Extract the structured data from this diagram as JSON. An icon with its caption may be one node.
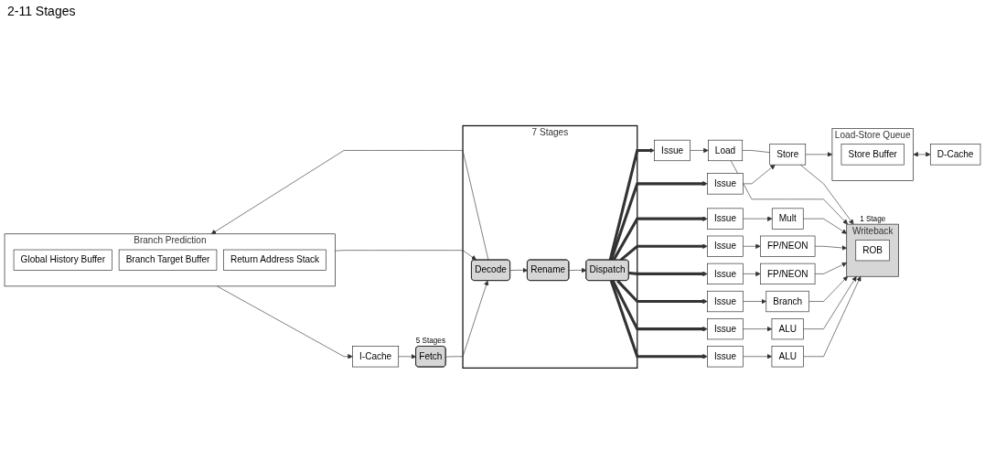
{
  "diagram": {
    "nodes": [
      {
        "text": [
          "Fetch"
        ],
        "beside": [
          "5 Stages"
        ]
      },
      {
        "text": [
          "I-Cache"
        ]
      },
      {
        "text": [
          "Branch Prediction"
        ]
      },
      {
        "text": [
          "Global History Buffer"
        ],
        "in": 2
      },
      {
        "text": [
          "Branch Target Buffer"
        ],
        "in": 2
      },
      {
        "text": [
          "Return Address Stack"
        ],
        "in": 2
      },
      {
        "text": [
          "7 Stages"
        ]
      },
      {
        "text": [
          "Decode"
        ],
        "in": 6
      },
      {
        "text": [
          "Rename"
        ],
        "in": 6
      },
      {
        "text": [
          "Dispatch"
        ],
        "in": 6
      },
      {
        "text": [
          "Issue"
        ]
      },
      {
        "text": [
          "Issue"
        ]
      },
      {
        "text": [
          "Issue"
        ]
      },
      {
        "text": [
          "Issue"
        ]
      },
      {
        "text": [
          "Issue"
        ]
      },
      {
        "text": [
          "Issue"
        ]
      },
      {
        "text": [
          "Issue"
        ]
      },
      {
        "text": [
          "Issue"
        ]
      },
      {
        "text": [
          "ALU"
        ]
      },
      {
        "text": [
          "ALU"
        ]
      },
      {
        "text": [
          "Branch"
        ]
      },
      {
        "text": [
          "FP/NEON"
        ]
      },
      {
        "text": [
          "FP/NEON"
        ]
      },
      {
        "text": [
          "Mult"
        ]
      },
      {
        "text": [
          "Load"
        ]
      },
      {
        "text": [
          "Store"
        ]
      },
      {
        "text": [
          "Writeback"
        ],
        "beside": [
          "1 Stage"
        ]
      },
      {
        "text": [
          "ROB"
        ],
        "in": 26
      },
      {
        "text": [
          "Load-Store Queue"
        ]
      },
      {
        "text": [
          "Store Buffer"
        ],
        "in": 28
      },
      {
        "text": [
          "D-Cache"
        ]
      }
    ],
    "edges": [
      {
        "from": 0,
        "to": 7,
        "arrow": "to"
      },
      {
        "from": 1,
        "to": 0,
        "arrow": "to"
      },
      {
        "from": 2,
        "to": 1,
        "arrow": "to"
      },
      {
        "from": 2,
        "to": 7,
        "arrow": "to"
      },
      {
        "from": 7,
        "to": 2,
        "arrow": "to"
      },
      {
        "from": 7,
        "to": 8,
        "arrow": "to"
      },
      {
        "from": 8,
        "to": 9,
        "arrow": "to"
      },
      {
        "from": 9,
        "to": 10,
        "arrow": "to",
        "style": "thick"
      },
      {
        "from": 9,
        "to": 11,
        "arrow": "to",
        "style": "thick"
      },
      {
        "from": 9,
        "to": 12,
        "arrow": "to",
        "style": "thick"
      },
      {
        "from": 9,
        "to": 13,
        "arrow": "to",
        "style": "thick"
      },
      {
        "from": 9,
        "to": 14,
        "arrow": "to",
        "style": "thick"
      },
      {
        "from": 9,
        "to": 15,
        "arrow": "to",
        "style": "thick"
      },
      {
        "from": 9,
        "to": 16,
        "arrow": "to",
        "style": "thick"
      },
      {
        "from": 9,
        "to": 17,
        "arrow": "to",
        "style": "thick"
      },
      {
        "from": 10,
        "to": 18,
        "arrow": "to"
      },
      {
        "from": 11,
        "to": 19,
        "arrow": "to"
      },
      {
        "from": 12,
        "to": 20,
        "arrow": "to"
      },
      {
        "from": 13,
        "to": 21,
        "arrow": "to"
      },
      {
        "from": 14,
        "to": 22,
        "arrow": "to"
      },
      {
        "from": 15,
        "to": 23,
        "arrow": "to"
      },
      {
        "from": 16,
        "to": 24,
        "arrow": "to"
      },
      {
        "from": 17,
        "to": 25,
        "arrow": "to"
      },
      {
        "from": 18,
        "to": 26,
        "arrow": "to"
      },
      {
        "from": 19,
        "to": 26,
        "arrow": "to"
      },
      {
        "from": 20,
        "to": 26,
        "arrow": "to"
      },
      {
        "from": 21,
        "to": 26,
        "arrow": "to"
      },
      {
        "from": 22,
        "to": 26,
        "arrow": "to"
      },
      {
        "from": 23,
        "to": 26,
        "arrow": "to"
      },
      {
        "from": 24,
        "to": 26,
        "arrow": "to"
      },
      {
        "from": 25,
        "to": 26,
        "arrow": "to"
      },
      {
        "from": 24,
        "to": 25,
        "arrow": "none"
      },
      {
        "from": 25,
        "to": 28,
        "arrow": "to"
      },
      {
        "from": 28,
        "to": 30,
        "arrow": "both"
      }
    ],
    "labels": [
      "2-11 Stages"
    ]
  }
}
